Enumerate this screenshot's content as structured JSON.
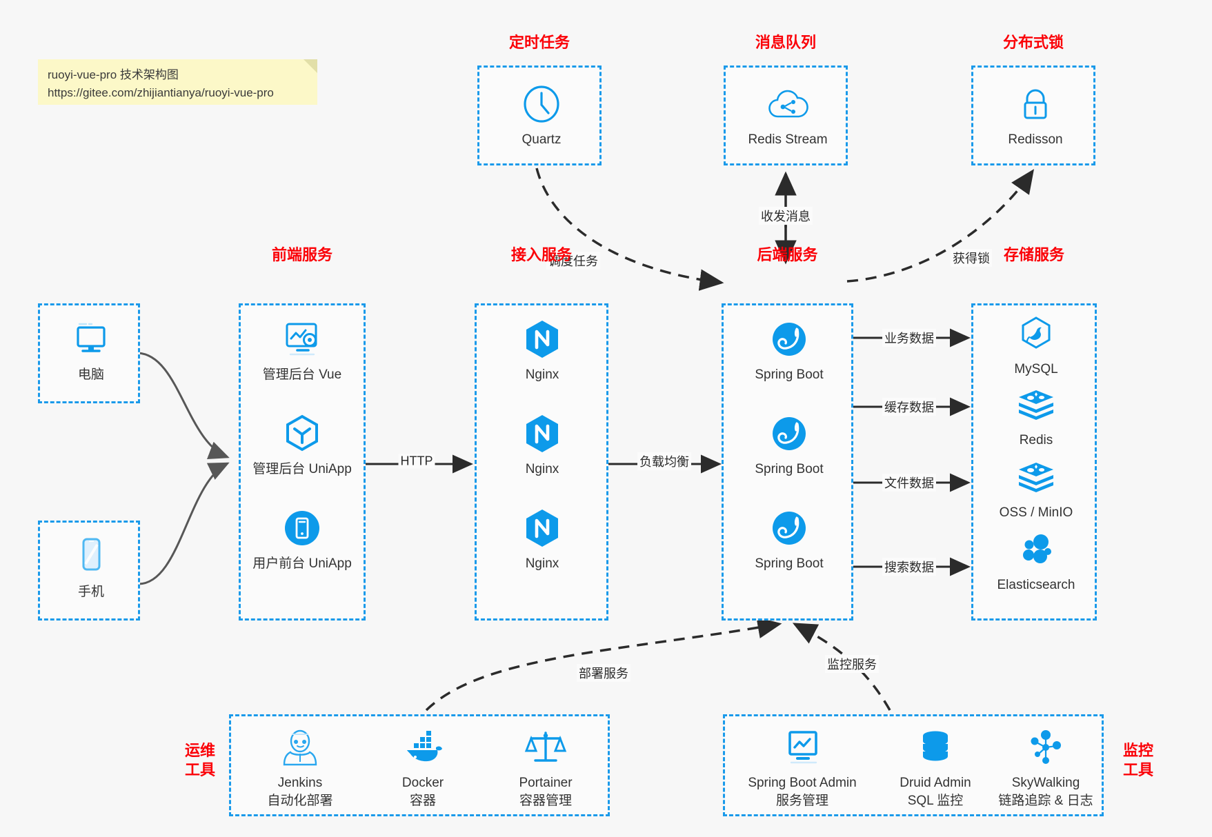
{
  "note": {
    "line1": "ruoyi-vue-pro 技术架构图",
    "line2": "https://gitee.com/zhijiantianya/ruoyi-vue-pro"
  },
  "colors": {
    "accent_blue": "#1a9aea",
    "icon_blue": "#0d9aea",
    "header_red": "#fb0007",
    "background": "#f7f7f7",
    "note_yellow": "#fcf8c8",
    "arrow_dark": "#2b2b2b",
    "arrow_gray": "#575757"
  },
  "groups": {
    "scheduled_task": {
      "title": "定时任务",
      "nodes": [
        {
          "label": "Quartz",
          "icon": "clock-icon"
        }
      ]
    },
    "message_queue": {
      "title": "消息队列",
      "nodes": [
        {
          "label": "Redis Stream",
          "icon": "cloud-stream-icon"
        }
      ]
    },
    "distributed_lock": {
      "title": "分布式锁",
      "nodes": [
        {
          "label": "Redisson",
          "icon": "lock-icon"
        }
      ]
    },
    "client_pc": {
      "nodes": [
        {
          "label": "电脑",
          "icon": "desktop-monitor-icon"
        }
      ]
    },
    "client_mobile": {
      "nodes": [
        {
          "label": "手机",
          "icon": "smartphone-icon"
        }
      ]
    },
    "frontend": {
      "title": "前端服务",
      "nodes": [
        {
          "label": "管理后台 Vue",
          "icon": "dashboard-gear-icon"
        },
        {
          "label": "管理后台 UniApp",
          "icon": "uniapp-hexagon-icon"
        },
        {
          "label": "用户前台 UniApp",
          "icon": "mobile-circle-icon"
        }
      ]
    },
    "gateway": {
      "title": "接入服务",
      "nodes": [
        {
          "label": "Nginx",
          "icon": "nginx-icon"
        },
        {
          "label": "Nginx",
          "icon": "nginx-icon"
        },
        {
          "label": "Nginx",
          "icon": "nginx-icon"
        }
      ]
    },
    "backend": {
      "title": "后端服务",
      "nodes": [
        {
          "label": "Spring Boot",
          "icon": "spring-leaf-icon"
        },
        {
          "label": "Spring Boot",
          "icon": "spring-leaf-icon"
        },
        {
          "label": "Spring Boot",
          "icon": "spring-leaf-icon"
        }
      ]
    },
    "storage": {
      "title": "存储服务",
      "nodes": [
        {
          "label": "MySQL",
          "icon": "mysql-dolphin-icon"
        },
        {
          "label": "Redis",
          "icon": "redis-stack-icon"
        },
        {
          "label": "OSS / MinIO",
          "icon": "redis-stack-icon"
        },
        {
          "label": "Elasticsearch",
          "icon": "elasticsearch-icon"
        }
      ]
    },
    "devops": {
      "title": "运维\n工具",
      "title_lines": [
        "运维",
        "工具"
      ],
      "nodes": [
        {
          "label": "Jenkins",
          "sublabel": "自动化部署",
          "icon": "jenkins-butler-icon"
        },
        {
          "label": "Docker",
          "sublabel": "容器",
          "icon": "docker-whale-icon"
        },
        {
          "label": "Portainer",
          "sublabel": "容器管理",
          "icon": "scales-balance-icon"
        }
      ]
    },
    "monitoring": {
      "title_lines": [
        "监控",
        "工具"
      ],
      "nodes": [
        {
          "label": "Spring Boot Admin",
          "sublabel": "服务管理",
          "icon": "monitor-chart-icon"
        },
        {
          "label": "Druid Admin",
          "sublabel": "SQL 监控",
          "icon": "database-cylinder-icon"
        },
        {
          "label": "SkyWalking",
          "sublabel": "链路追踪 & 日志",
          "icon": "skywalking-nodes-icon"
        }
      ]
    }
  },
  "edges": [
    {
      "id": "pc-to-frontend",
      "label": "",
      "style": "solid-gray"
    },
    {
      "id": "mobile-to-frontend",
      "label": "",
      "style": "solid-gray"
    },
    {
      "id": "frontend-to-gateway",
      "label": "HTTP",
      "style": "solid-dark"
    },
    {
      "id": "gateway-to-backend",
      "label": "负载均衡",
      "style": "solid-dark"
    },
    {
      "id": "quartz-to-backend",
      "label": "调度任务",
      "style": "dashed"
    },
    {
      "id": "mq-backend-bidir",
      "label": "收发消息",
      "style": "dashed-bidir"
    },
    {
      "id": "backend-to-lock",
      "label": "获得锁",
      "style": "dashed"
    },
    {
      "id": "backend-to-mysql",
      "label": "业务数据",
      "style": "solid-dark"
    },
    {
      "id": "backend-to-redis",
      "label": "缓存数据",
      "style": "solid-dark"
    },
    {
      "id": "backend-to-oss",
      "label": "文件数据",
      "style": "solid-dark"
    },
    {
      "id": "backend-to-es",
      "label": "搜索数据",
      "style": "solid-dark"
    },
    {
      "id": "devops-to-backend",
      "label": "部署服务",
      "style": "dashed"
    },
    {
      "id": "monitoring-to-backend",
      "label": "监控服务",
      "style": "dashed"
    }
  ]
}
